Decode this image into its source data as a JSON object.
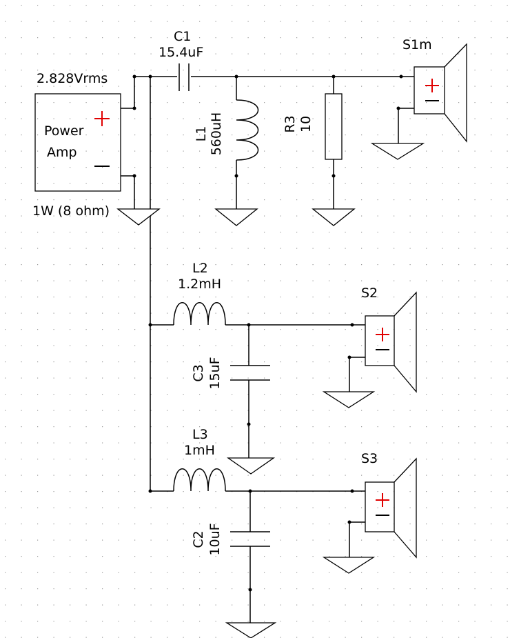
{
  "amp": {
    "voltage": "2.828Vrms",
    "name_line1": "Power",
    "name_line2": "Amp",
    "rating": "1W (8 ohm)"
  },
  "components": {
    "C1": {
      "ref": "C1",
      "value": "15.4uF"
    },
    "L1": {
      "ref": "L1",
      "value": "560uH"
    },
    "R3": {
      "ref": "R3",
      "value": "10"
    },
    "L2": {
      "ref": "L2",
      "value": "1.2mH"
    },
    "C3": {
      "ref": "C3",
      "value": "15uF"
    },
    "L3": {
      "ref": "L3",
      "value": "1mH"
    },
    "C2": {
      "ref": "C2",
      "value": "10uF"
    }
  },
  "speakers": {
    "S1": "S1m",
    "S2": "S2",
    "S3": "S3"
  },
  "colors": {
    "wire": "#000000",
    "polarity_plus": "#e00000",
    "grid_dot": "#9a9a9a"
  }
}
